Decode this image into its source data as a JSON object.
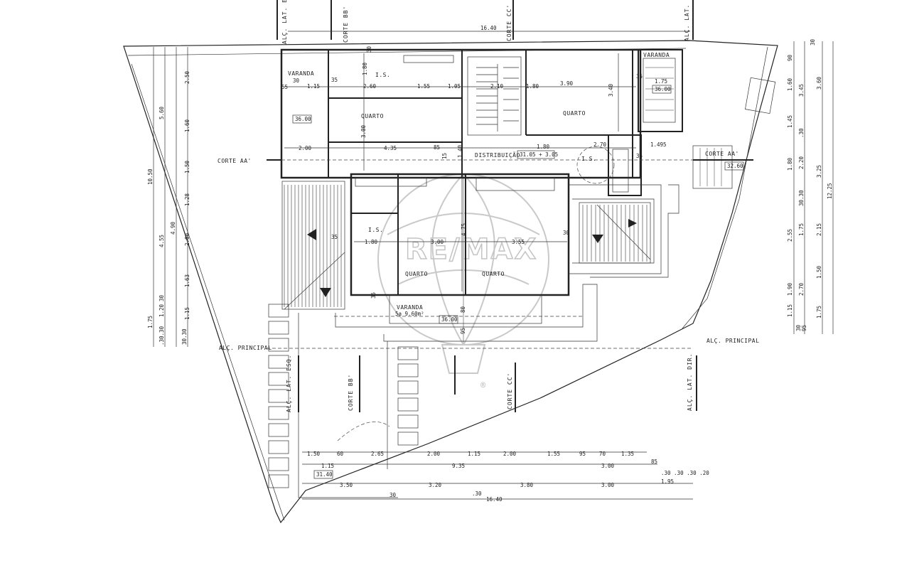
{
  "rooms": {
    "varanda_tl": "VARANDA",
    "is_top": "I.S.",
    "quarto_top_left": "QUARTO",
    "distribuicao": "DISTRIBUIÇÃO",
    "quarto_top_right": "QUARTO",
    "varanda_tr": "VARANDA",
    "is_right": "I.S.",
    "is_mid": "I.S.",
    "quarto_mid_left": "QUARTO",
    "quarto_mid_right": "QUARTO",
    "varanda_bottom": "VARANDA",
    "varanda_area": "5a 9.60m²"
  },
  "sections": {
    "corte_aa_left": "CORTE AA'",
    "corte_aa_right": "CORTE AA'",
    "corte_bb_top": "CORTE BB'",
    "corte_cc_top": "CORTE CC'",
    "corte_bb_bottom": "CORTE BB'",
    "corte_cc_bottom": "CORTE CC'",
    "alc_principal_left": "ALÇ. PRINCIPAL",
    "alc_principal_right": "ALÇ. PRINCIPAL",
    "alc_lat_esq_top": "ALÇ. LAT. ESQ.",
    "alc_lat_dir_top": "ALÇ. LAT. DIR.",
    "alc_lat_esq_bottom": "ALÇ. LAT. ESQ.",
    "alc_lat_dir_bottom": "ALÇ. LAT. DIR."
  },
  "levels": {
    "l1": "36.00",
    "l2": "36.00",
    "l3": "31.05 + 3.05",
    "l4": "36.00",
    "l5": "32.60",
    "l6": "31.40"
  },
  "dims_top": {
    "d1": "16.40"
  },
  "dims_interior": [
    "30",
    "1.15",
    "2.60",
    "1.55",
    "1.05",
    "2.10",
    "1.80",
    "3.90",
    "1.75",
    "55",
    "35",
    "2.00",
    "4.35",
    "85",
    "1.80",
    "2.70",
    "1.495",
    "1.80",
    "3.00",
    "3.55",
    "3.00",
    "4.75",
    "3.40",
    "1.80",
    "30",
    "35",
    "15",
    "1.40",
    "80",
    "95",
    "30",
    "35",
    "35",
    "35"
  ],
  "dims_bottom": [
    "1.50",
    "60",
    "2.65",
    "2.00",
    "1.15",
    "2.00",
    "1.55",
    "95",
    "70",
    "1.35",
    "1.15",
    "9.35",
    "3.00",
    "85",
    "3.50",
    "3.20",
    "3.80",
    "3.00",
    "1.95",
    ".30 .30 .30 .20",
    "30",
    ".30",
    "16.40"
  ],
  "dims_left": [
    "10.50",
    "5.60",
    "2.50",
    "1.60",
    "4.90",
    "4.55",
    "1.50",
    "1.28",
    "2.00",
    "1.63",
    "1.15",
    "30",
    "1.20",
    "1.75",
    ".30.30",
    "30.30"
  ],
  "dims_right": [
    "90",
    "30",
    "1.60",
    "3.45",
    "3.60",
    "1.45",
    ".30",
    "1.80",
    "2.20",
    "3.25",
    "2.55",
    "30.30",
    "12.25",
    "1.75",
    "2.15",
    "1.90",
    "2.70",
    "1.50",
    "1.15",
    "1.75",
    "30",
    "95"
  ],
  "watermark": {
    "brand": "RE/MAX",
    "mark": "®"
  }
}
